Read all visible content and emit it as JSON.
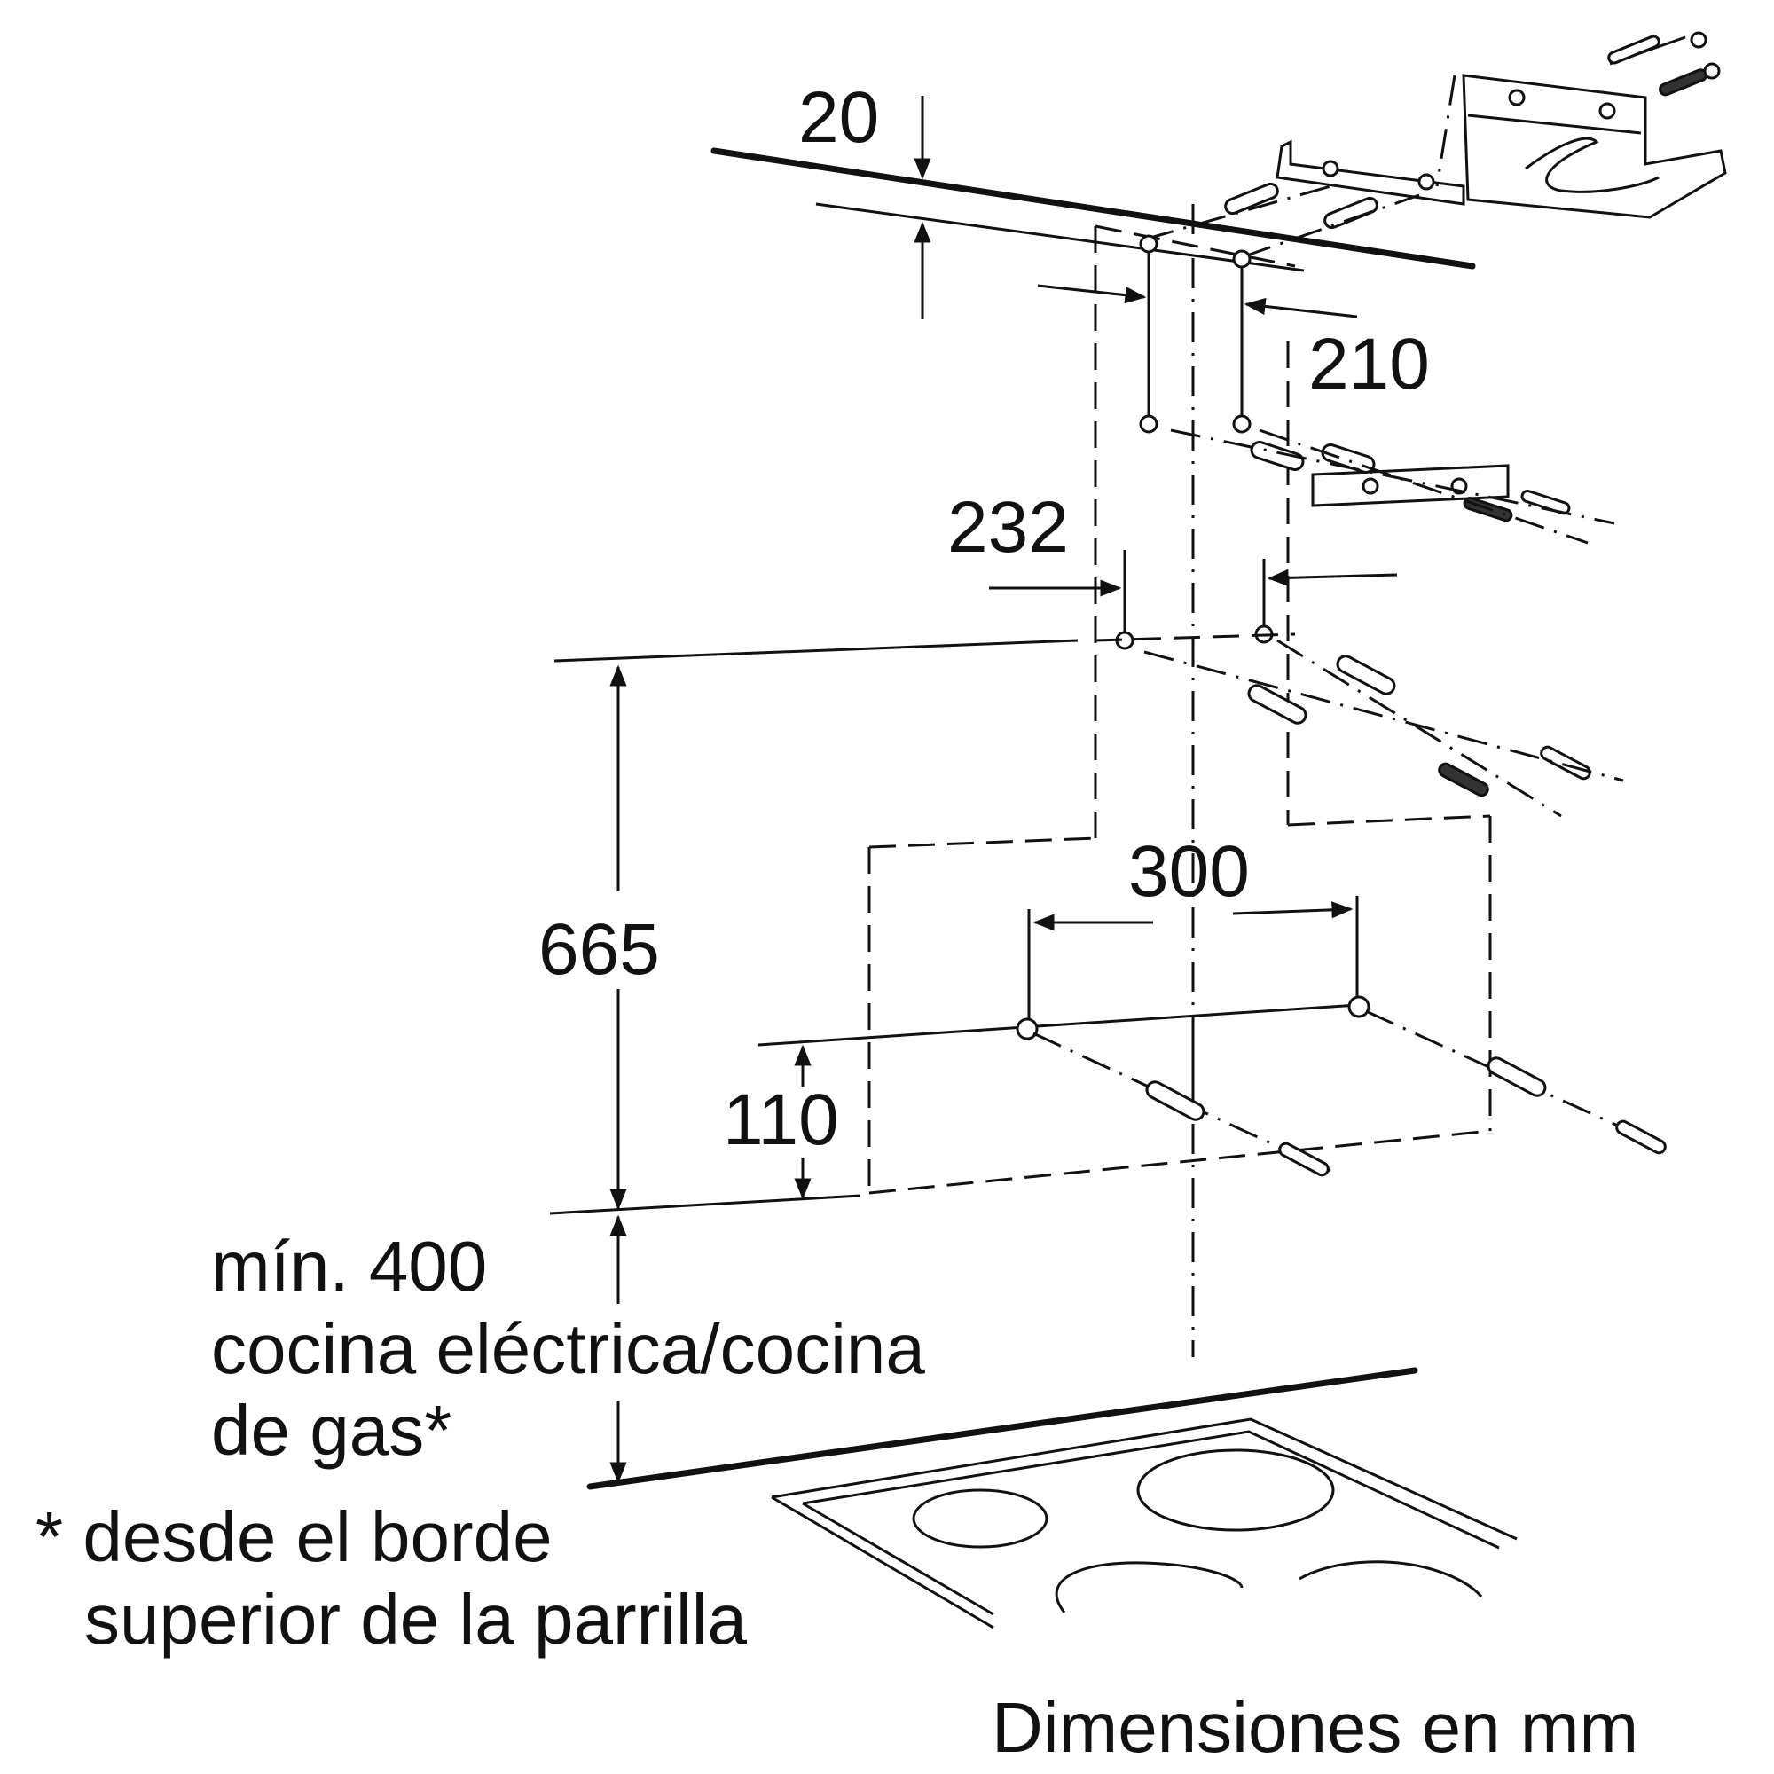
{
  "dimensions": {
    "d20": "20",
    "d210": "210",
    "d232": "232",
    "d665": "665",
    "d300": "300",
    "d110": "110"
  },
  "notes": {
    "min_line1": "mín. 400",
    "min_line2": "cocina eléctrica/cocina",
    "min_line3": "de gas*",
    "footnote_line1": "* desde el borde",
    "footnote_line2": "superior de la parrilla"
  },
  "units_caption": "Dimensiones en mm"
}
